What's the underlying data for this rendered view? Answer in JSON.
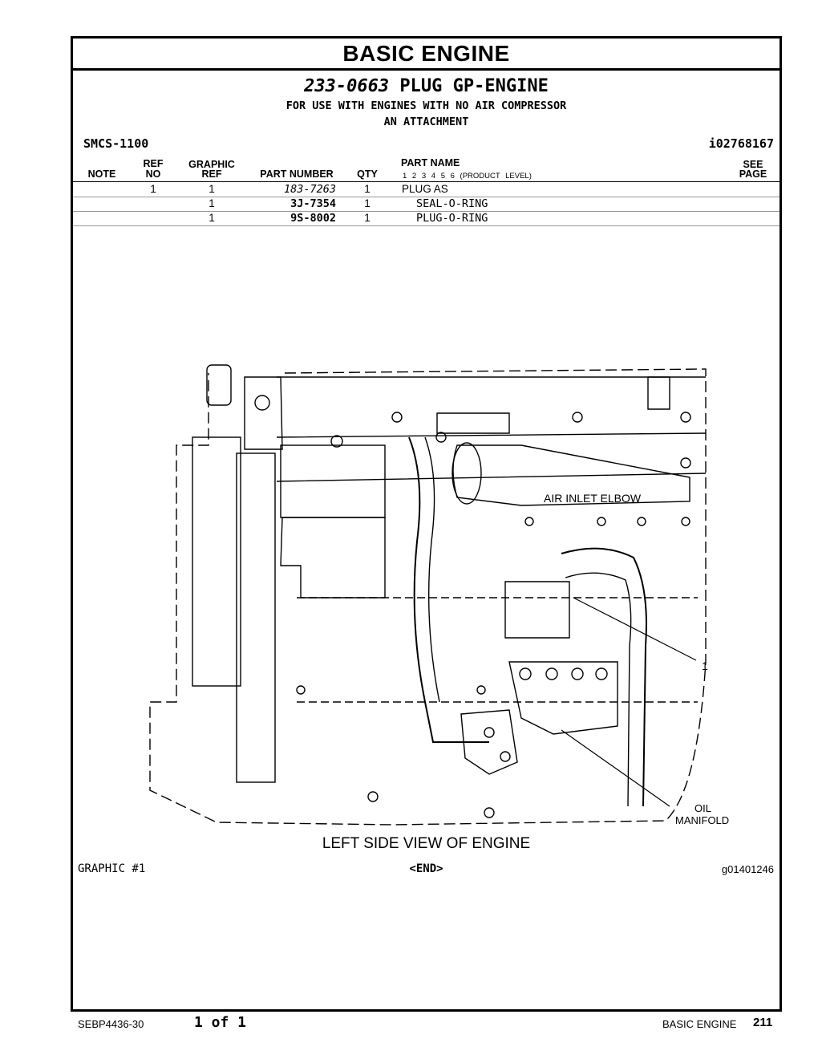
{
  "header": {
    "section_title": "BASIC ENGINE",
    "group_part_number": "233-0663",
    "group_name": "PLUG GP-ENGINE",
    "usage_line_1": "FOR USE WITH ENGINES WITH NO AIR COMPRESSOR",
    "usage_line_2": "AN ATTACHMENT",
    "smcs": "SMCS-1100",
    "doc_id": "i02768167"
  },
  "table": {
    "columns": {
      "note": "NOTE",
      "ref_no_1": "REF",
      "ref_no_2": "NO",
      "graphic_ref_1": "GRAPHIC",
      "graphic_ref_2": "REF",
      "part_number": "PART NUMBER",
      "qty": "QTY",
      "part_name": "PART NAME",
      "product_levels": "1  2  3  4  5  6  (PRODUCT LEVEL)",
      "see_page_1": "SEE",
      "see_page_2": "PAGE"
    },
    "rows": [
      {
        "note": "",
        "ref_no": "1",
        "graphic_ref": "1",
        "part_number": "183-7263",
        "qty": "1",
        "part_name": "PLUG AS",
        "see_page": ""
      },
      {
        "note": "",
        "ref_no": "",
        "graphic_ref": "1",
        "part_number": "3J-7354",
        "qty": "1",
        "part_name": "SEAL-O-RING",
        "see_page": ""
      },
      {
        "note": "",
        "ref_no": "",
        "graphic_ref": "1",
        "part_number": "9S-8002",
        "qty": "1",
        "part_name": "PLUG-O-RING",
        "see_page": ""
      }
    ]
  },
  "figure": {
    "label_air_inlet": "AIR INLET ELBOW",
    "label_callout_1": "1",
    "label_oil_1": "OIL",
    "label_oil_2": "MANIFOLD",
    "caption": "LEFT SIDE VIEW OF ENGINE",
    "graphic_number": "GRAPHIC #1",
    "end_tag": "<END>",
    "graphic_id": "g01401246"
  },
  "footer": {
    "doc_number": "SEBP4436-30",
    "page_of": "1 of 1",
    "section": "BASIC ENGINE",
    "page_number": "211"
  }
}
